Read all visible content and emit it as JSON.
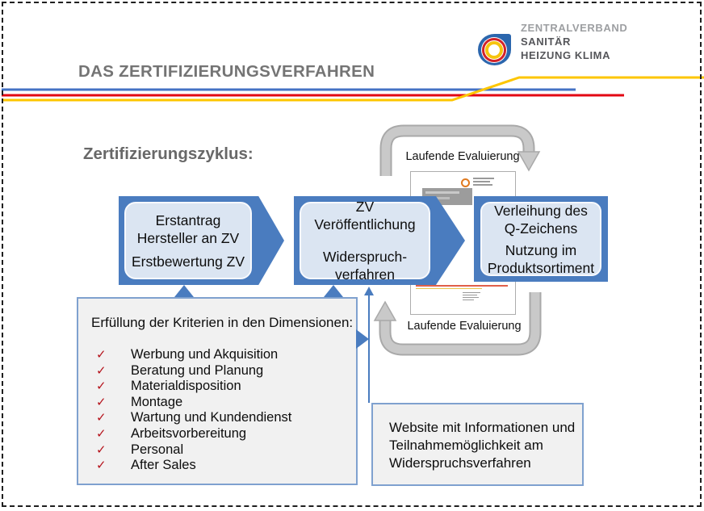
{
  "palette": {
    "accent_blue": "#4a7cbf",
    "step_inner_fill": "#dbe5f2",
    "panel_fill": "#f1f1f1",
    "panel_border_blue": "#7fa1cf",
    "rule_blue": "#4472c4",
    "rule_red": "#e30613",
    "rule_yellow": "#fdc600",
    "check_red": "#b5121b",
    "loop_gray": "#c9c9c9",
    "logo_blue": "#2b66ad",
    "logo_red": "#d2232a",
    "logo_yellow": "#f6c40e",
    "title_gray": "#747474"
  },
  "header": {
    "title": "DAS ZERTIFIZIERUNGSVERFAHREN",
    "logo_text": [
      "ZENTRALVERBAND",
      "SANITÄR",
      "HEIZUNG KLIMA"
    ]
  },
  "section_label": "Zertifizierungszyklus:",
  "cycle": {
    "loop_label_top": "Laufende Evaluierung",
    "loop_label_bottom": "Laufende Evaluierung",
    "steps": [
      {
        "para1": [
          "Erstantrag",
          "Hersteller an ZV"
        ],
        "para2": [
          "Erstbewertung ZV",
          ""
        ]
      },
      {
        "para1": [
          "ZV",
          "Veröffentlichung"
        ],
        "para2": [
          "Widerspruch-",
          "verfahren"
        ]
      },
      {
        "para1": [
          "Verleihung des",
          "Q-Zeichens"
        ],
        "para2": [
          "Nutzung im",
          "Produktsortiment"
        ]
      }
    ]
  },
  "criteria": {
    "heading": "Erfüllung der Kriterien in den Dimensionen:",
    "check_glyph": "✓",
    "items": [
      "Werbung und Akquisition",
      "Beratung und Planung",
      "Materialdisposition",
      "Montage",
      "Wartung und Kundendienst",
      "Arbeitsvorbereitung",
      "Personal",
      "After Sales"
    ]
  },
  "website_note": {
    "lines": [
      "Website mit Informationen und",
      "Teilnahmemöglichkeit am",
      "Widerspruchsverfahren"
    ]
  }
}
